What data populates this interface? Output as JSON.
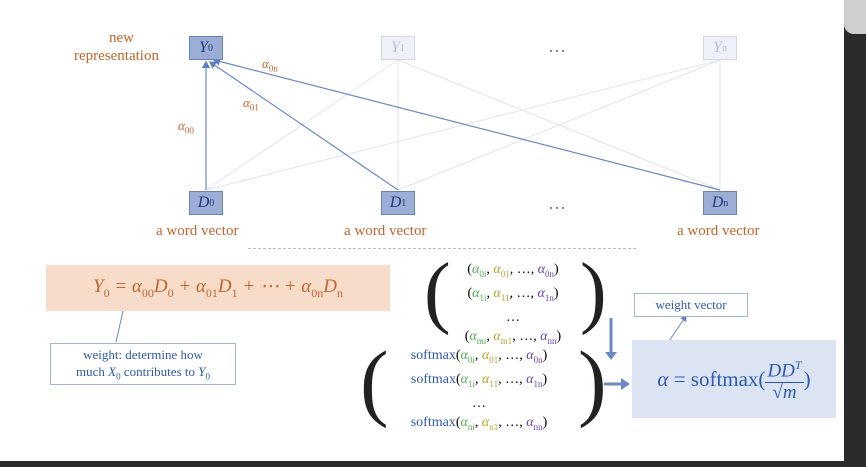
{
  "diagram": {
    "new_rep_line1": "new",
    "new_rep_line2": "representation",
    "nodes_top": [
      {
        "base": "Y",
        "sub": "0"
      },
      {
        "base": "Y",
        "sub": "1"
      },
      {
        "base": "Y",
        "sub": "n"
      }
    ],
    "nodes_bottom": [
      {
        "base": "D",
        "sub": "0"
      },
      {
        "base": "D",
        "sub": "1"
      },
      {
        "base": "D",
        "sub": "n"
      }
    ],
    "ellipsis": "…",
    "word_vector_label": "a word vector",
    "alpha_labels": [
      {
        "base": "α",
        "sub": "0n"
      },
      {
        "base": "α",
        "sub": "01"
      },
      {
        "base": "α",
        "sub": "00"
      }
    ]
  },
  "equation": {
    "text": "Y0 = α00D0 + α01D1 + ⋯ + α0nDn"
  },
  "callouts": {
    "weight_line1": "weight: determine how",
    "weight_line2_a": "much ",
    "weight_line2_b": " contributes to ",
    "weight_vector": "weight vector"
  },
  "matrix_top": {
    "rows": [
      "(α0i, α01, …, α0n)",
      "(α1i, α11, …, α1n)",
      "…",
      "(αmi, αm1, …, αnn)"
    ]
  },
  "matrix_softmax": {
    "prefix": "softmax",
    "rows": [
      "softmax(α0i, α01, …, α0n)",
      "softmax(α1i, α11, …, α1n)",
      "…",
      "softmax(αni, αn1, …, αnn)"
    ]
  },
  "result": {
    "alpha": "α",
    "equals_softmax": " = softmax(",
    "numerator": "DD",
    "superscript": "T",
    "denominator": "√m",
    "close": ")"
  },
  "colors": {
    "accent_orange": "#c0652b",
    "accent_blue": "#2d5aa8",
    "node_blue": "#9daed6",
    "eq_bg": "#f7dcc9",
    "result_bg": "#dce4f3"
  }
}
